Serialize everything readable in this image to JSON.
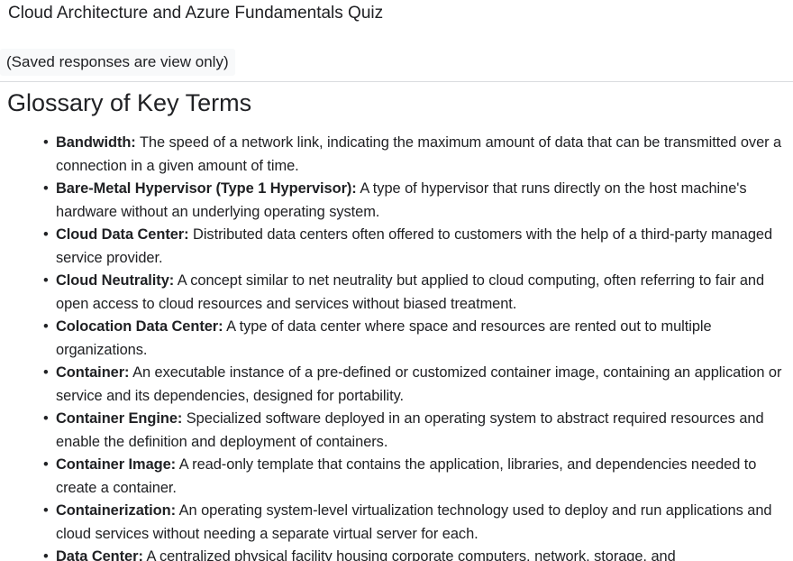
{
  "quiz": {
    "title": "Cloud Architecture and Azure Fundamentals Quiz",
    "view_only_note": "(Saved responses are view only)"
  },
  "glossary": {
    "heading": "Glossary of Key Terms",
    "bullet": "•",
    "items": [
      {
        "term": "Bandwidth:",
        "definition": " The speed of a network link, indicating the maximum amount of data that can be transmitted over a connection in a given amount of time."
      },
      {
        "term": "Bare-Metal Hypervisor (Type 1 Hypervisor):",
        "definition": " A type of hypervisor that runs directly on the host machine's hardware without an underlying operating system."
      },
      {
        "term": "Cloud Data Center:",
        "definition": " Distributed data centers often offered to customers with the help of a third-party managed service provider."
      },
      {
        "term": "Cloud Neutrality:",
        "definition": " A concept similar to net neutrality but applied to cloud computing, often referring to fair and open access to cloud resources and services without biased treatment."
      },
      {
        "term": "Colocation Data Center:",
        "definition": " A type of data center where space and resources are rented out to multiple organizations."
      },
      {
        "term": "Container:",
        "definition": " An executable instance of a pre-defined or customized container image, containing an application or service and its dependencies, designed for portability."
      },
      {
        "term": "Container Engine:",
        "definition": " Specialized software deployed in an operating system to abstract required resources and enable the definition and deployment of containers."
      },
      {
        "term": "Container Image:",
        "definition": " A read-only template that contains the application, libraries, and dependencies needed to create a container."
      },
      {
        "term": "Containerization:",
        "definition": " An operating system-level virtualization technology used to deploy and run applications and cloud services without needing a separate virtual server for each."
      },
      {
        "term": "Data Center:",
        "definition": " A centralized physical facility housing corporate computers, network, storage, and"
      }
    ]
  }
}
